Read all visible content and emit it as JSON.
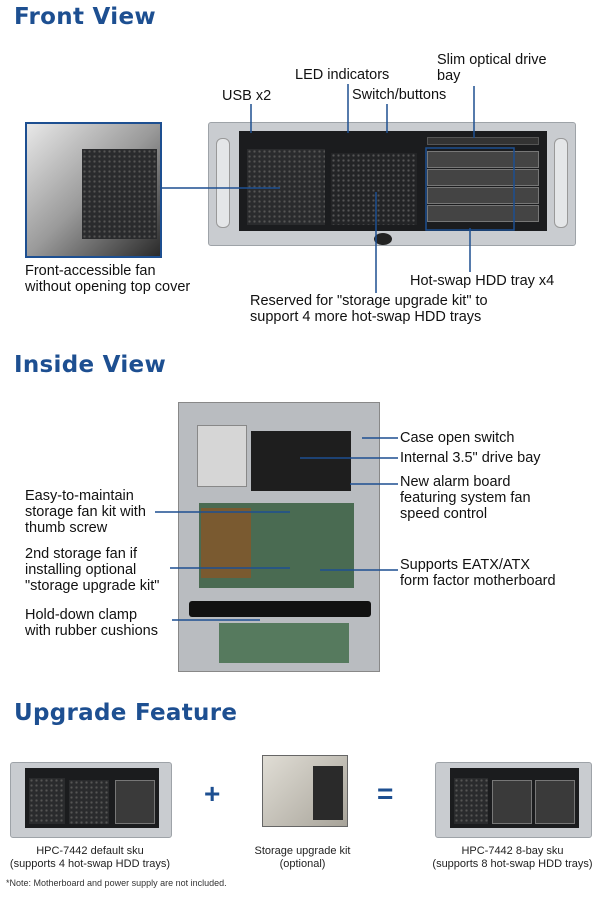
{
  "front_view": {
    "title": "Front View",
    "labels": {
      "optical": "Slim optical drive bay",
      "led": "LED indicators",
      "switch": "Switch/buttons",
      "usb": "USB x2",
      "fan_line1": "Front-accessible fan",
      "fan_line2": "without opening top cover",
      "hdd": "Hot-swap HDD tray x4",
      "reserved_line1": "Reserved for \"storage upgrade kit\" to",
      "reserved_line2": "support 4 more hot-swap HDD trays"
    }
  },
  "inside_view": {
    "title": "Inside View",
    "labels": {
      "case_switch": "Case open switch",
      "drive_bay": "Internal 3.5\" drive bay",
      "alarm_1": "New alarm board",
      "alarm_2": "featuring system fan",
      "alarm_3": "speed control",
      "mb_1": "Supports EATX/ATX",
      "mb_2": "form factor motherboard",
      "fan_kit_1": "Easy-to-maintain",
      "fan_kit_2": "storage fan kit with",
      "fan_kit_3": "thumb screw",
      "fan2_1": "2nd storage fan if",
      "fan2_2": "installing optional",
      "fan2_3": "\"storage upgrade kit\"",
      "clamp_1": "Hold-down clamp",
      "clamp_2": "with rubber cushions"
    }
  },
  "upgrade": {
    "title": "Upgrade Feature",
    "plus": "+",
    "equals": "=",
    "default_sku_1": "HPC-7442 default sku",
    "default_sku_2": "(supports 4 hot-swap HDD trays)",
    "kit_1": "Storage upgrade kit",
    "kit_2": "(optional)",
    "bay8_1": "HPC-7442 8-bay sku",
    "bay8_2": "(supports 8 hot-swap HDD trays)",
    "note": "*Note: Motherboard and power supply are not included."
  },
  "colors": {
    "title": "#1d4f91",
    "leader": "#1d4f91"
  }
}
